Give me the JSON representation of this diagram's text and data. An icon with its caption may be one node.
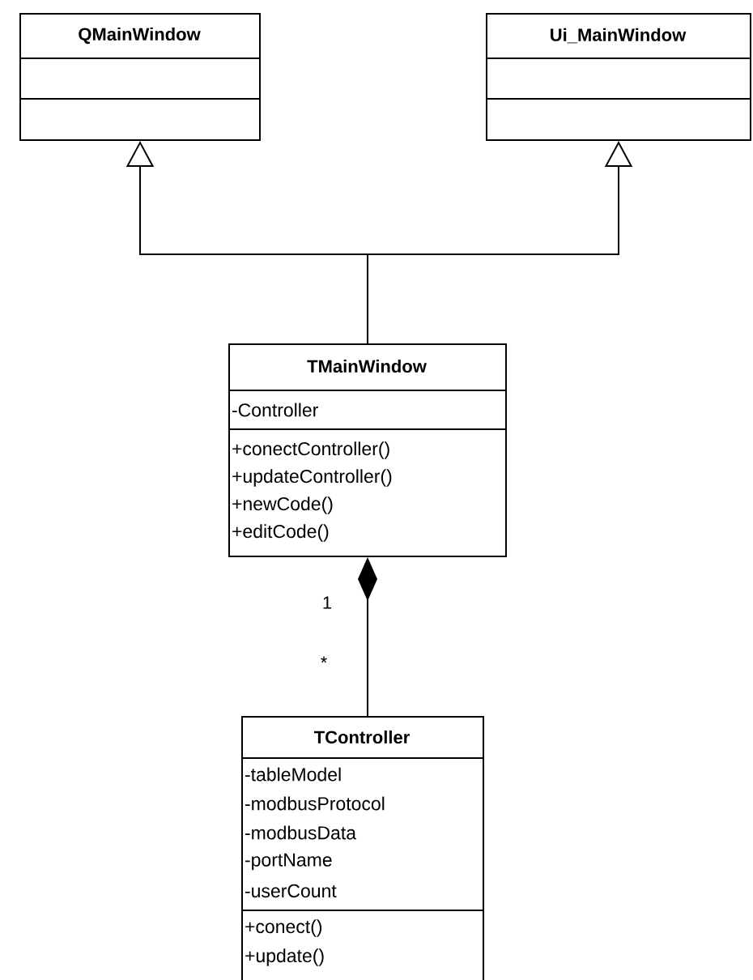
{
  "diagram": {
    "nodes": [
      {
        "text": [
          "QMainWindow"
        ]
      },
      {
        "text": [
          "Ui_MainWindow"
        ]
      },
      {
        "text": [
          "TMainWindow",
          "-Controller",
          "+conectController()",
          "+updateController()",
          "+newCode()",
          "+editCode()"
        ]
      },
      {
        "text": [
          "TController",
          "-tableModel",
          "-modbusProtocol",
          "-modbusData",
          "-portName",
          "-userCount",
          "+conect()",
          "+update()"
        ]
      }
    ],
    "edges": [
      {
        "from": 2,
        "to": 0,
        "arrow": "to"
      },
      {
        "from": 2,
        "to": 1,
        "arrow": "to"
      },
      {
        "from": 2,
        "to": 3,
        "arrow": "other"
      }
    ],
    "labels": [
      "1",
      "*"
    ]
  }
}
